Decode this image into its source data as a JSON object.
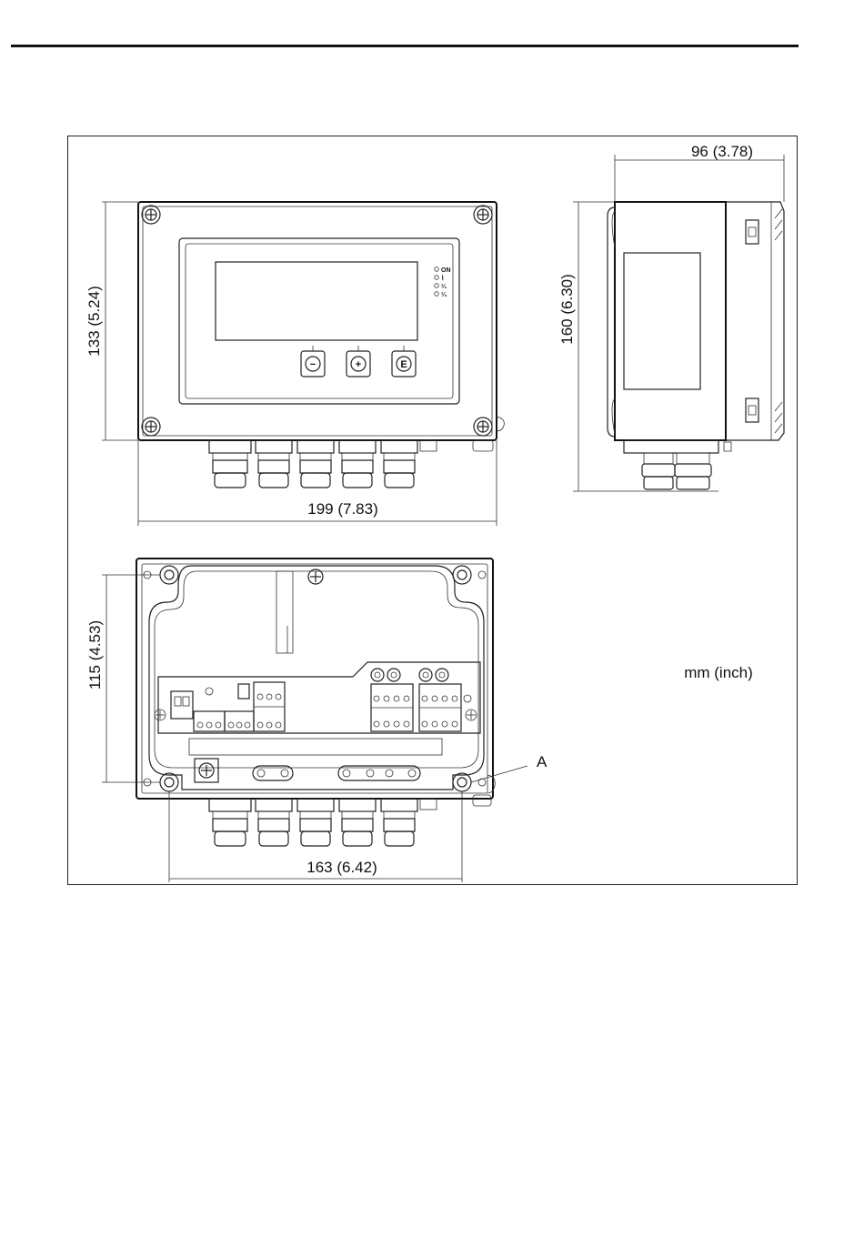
{
  "dimensions": {
    "height_front": "133 (5.24)",
    "width_front": "199 (7.83)",
    "depth_side": "96 (3.78)",
    "height_side": "160 (6.30)",
    "height_open": "115 (4.53)",
    "width_open": "163 (6.42)"
  },
  "units_label": "mm (inch)",
  "callout_label": "A",
  "led_labels": [
    "ON",
    "⌇",
    "¹⁄₁",
    "¹⁄₂"
  ],
  "button_labels": [
    "−",
    "+",
    "E"
  ]
}
